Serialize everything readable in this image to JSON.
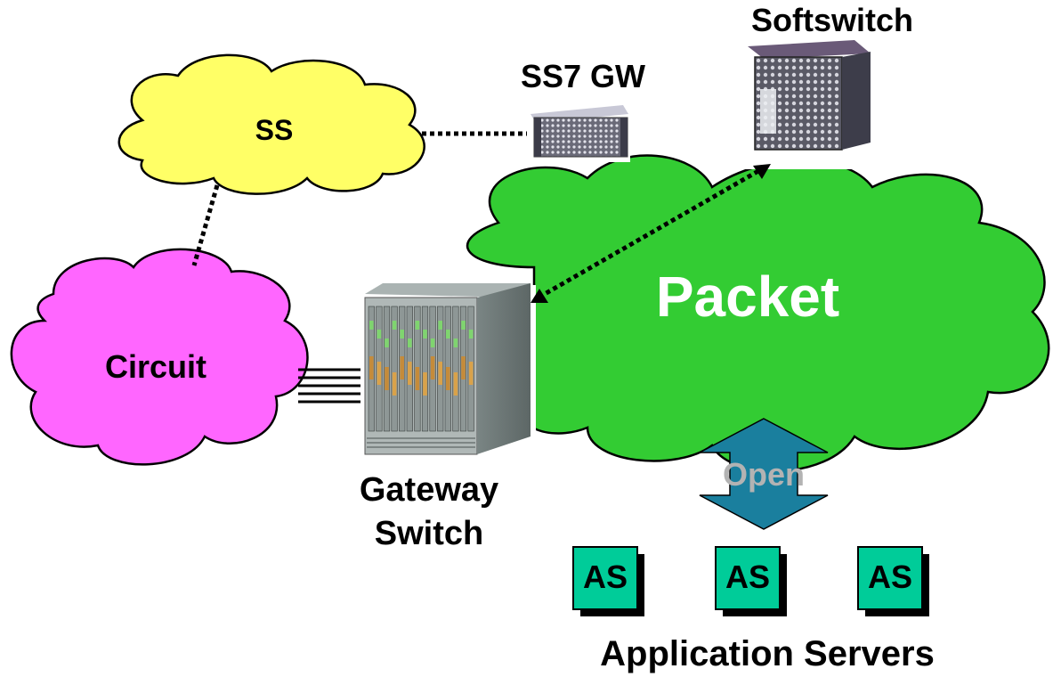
{
  "labels": {
    "softswitch": "Softswitch",
    "ss7gw": "SS7 GW",
    "ss": "SS",
    "packet": "Packet",
    "circuit": "Circuit",
    "gateway_line1": "Gateway",
    "gateway_line2": "Switch",
    "open": "Open",
    "as": [
      "AS",
      "AS",
      "AS"
    ],
    "app_servers": "Application Servers"
  },
  "colors": {
    "packet_cloud": "#33cc33",
    "ss_cloud": "#ffff66",
    "circuit_cloud": "#ff66ff",
    "as_box": "#00cc99",
    "open_arrow": "#1a7f9e",
    "open_text": "#b3b3b3"
  },
  "icons": {
    "softswitch": "server-tower-icon",
    "ss7gw": "rack-server-icon",
    "gateway": "gateway-chassis-icon"
  }
}
